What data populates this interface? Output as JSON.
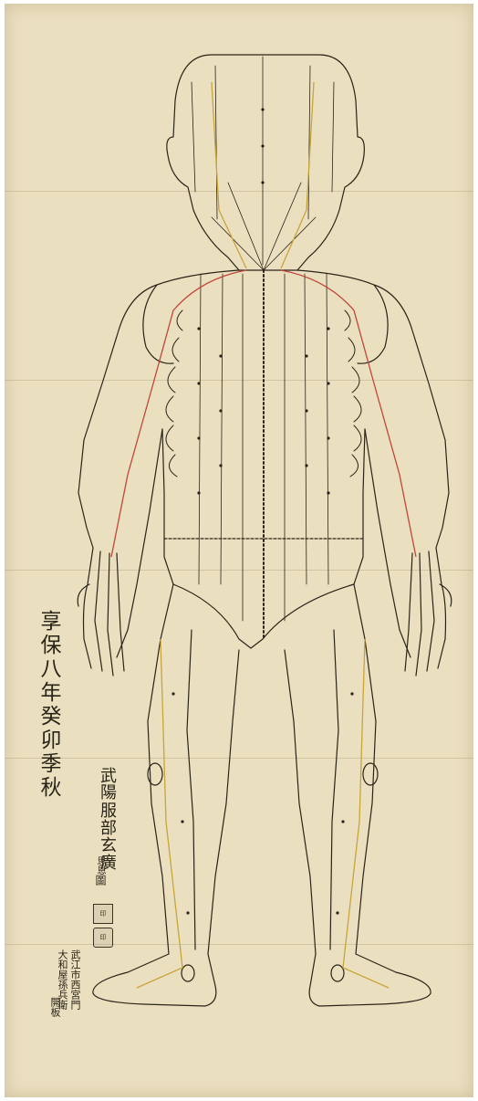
{
  "document": {
    "date_inscription": "享保八年癸卯季秋",
    "artist_place": "武陽",
    "artist_name": "服部玄廣",
    "artist_suffix": "思恩",
    "artist_draw": "圖",
    "publisher_line1": "武江市西宮門",
    "publisher_line2": "大和屋孫兵衛",
    "publisher_line3": "開板"
  },
  "colors": {
    "paper": "#eadfbf",
    "ink": "#2a2418",
    "meridian_red": "#c0463a",
    "meridian_yellow": "#c9a43a"
  }
}
